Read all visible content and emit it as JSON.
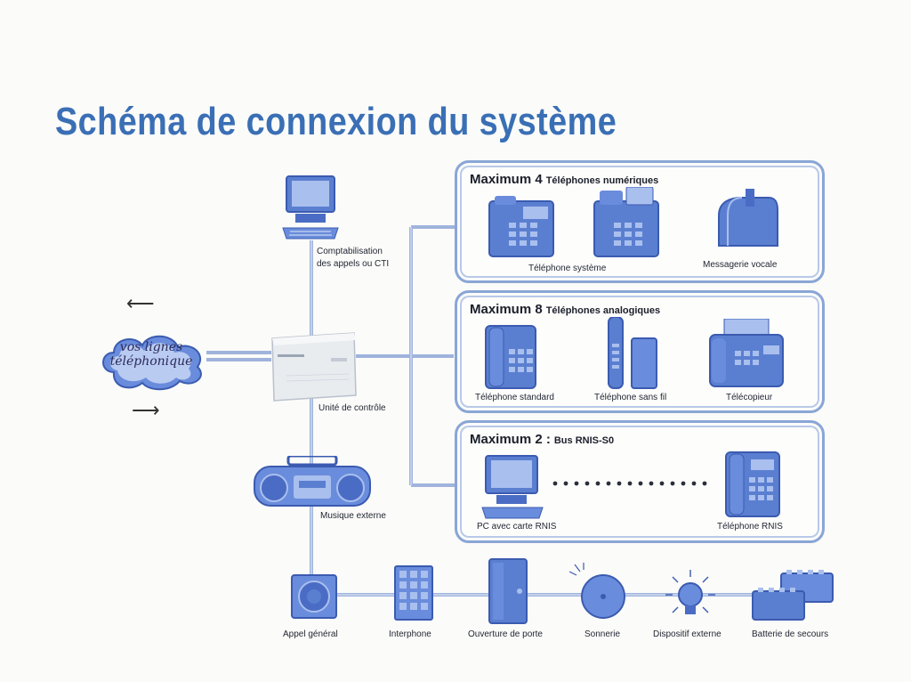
{
  "title": "Schéma de connexion du système",
  "cloud": {
    "line1": "vos lignes",
    "line2": "téléphonique"
  },
  "left_column": {
    "computer_label_1": "Comptabilisation",
    "computer_label_2": "des appels ou CTI",
    "control_unit_label": "Unité de contrôle",
    "music_label": "Musique externe"
  },
  "panels": [
    {
      "count": "Maximum 4",
      "subtitle": "Téléphones numériques",
      "labels": [
        "Téléphone système",
        "Messagerie vocale"
      ]
    },
    {
      "count": "Maximum 8",
      "subtitle": "Téléphones analogiques",
      "labels": [
        "Téléphone standard",
        "Téléphone sans fil",
        "Télécopieur"
      ]
    },
    {
      "count": "Maximum 2 :",
      "subtitle": "Bus RNIS-S0",
      "labels": [
        "PC avec carte RNIS",
        "Téléphone RNIS"
      ]
    }
  ],
  "bottom_row": [
    "Appel général",
    "Interphone",
    "Ouverture de porte",
    "Sonnerie",
    "Dispositif externe",
    "Batterie de secours"
  ],
  "colors": {
    "accent": "#3a6fb5",
    "device": "#5b7fd0",
    "device_dark": "#3b5bb0",
    "line": "#9fb3dc"
  }
}
